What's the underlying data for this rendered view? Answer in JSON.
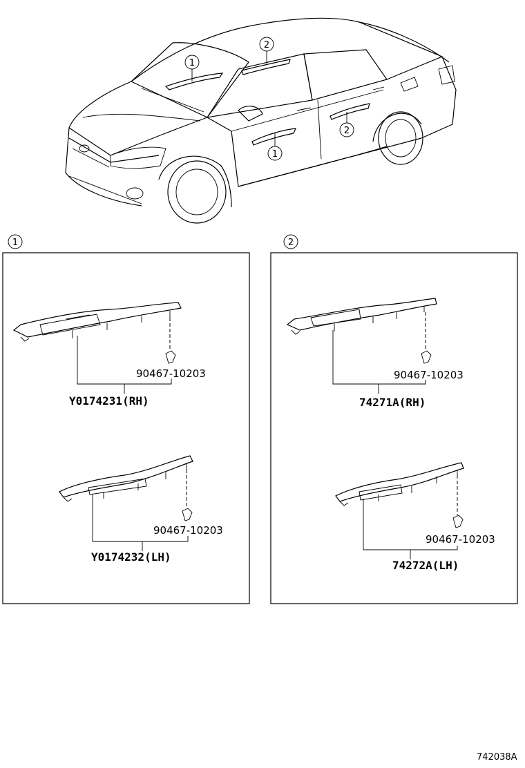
{
  "callouts": {
    "one": "1",
    "two": "2"
  },
  "groups": [
    {
      "callout": "1",
      "rh": {
        "part_number": "Y0174231(RH)",
        "clip": "90467-10203"
      },
      "lh": {
        "part_number": "Y0174232(LH)",
        "clip": "90467-10203"
      }
    },
    {
      "callout": "2",
      "rh": {
        "part_number": "74271A(RH)",
        "clip": "90467-10203"
      },
      "lh": {
        "part_number": "74272A(LH)",
        "clip": "90467-10203"
      }
    }
  ],
  "diagram_id": "742038A"
}
